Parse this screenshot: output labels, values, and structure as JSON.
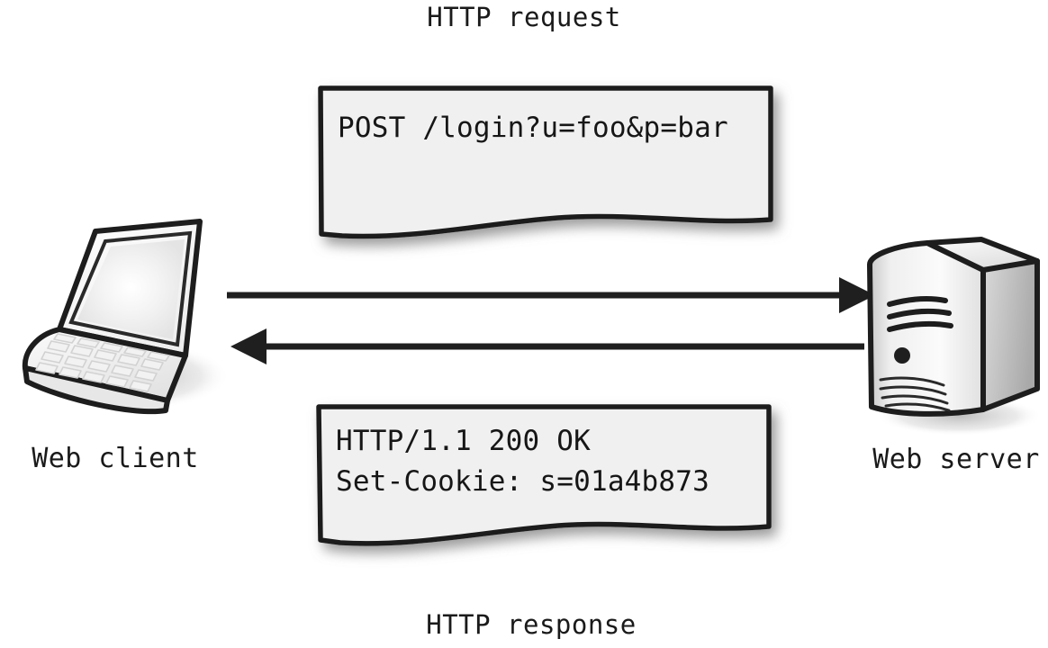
{
  "diagram": {
    "title_top": "HTTP request",
    "title_bottom": "HTTP response",
    "client_label": "Web client",
    "server_label": "Web server",
    "request_message": {
      "lines": [
        "POST /login?u=foo&p=bar"
      ]
    },
    "response_message": {
      "lines": [
        "HTTP/1.1 200 OK",
        "Set-Cookie: s=01a4b873"
      ]
    },
    "arrows": [
      {
        "name": "request-arrow",
        "direction": "right",
        "from": "Web client",
        "to": "Web server"
      },
      {
        "name": "response-arrow",
        "direction": "left",
        "from": "Web server",
        "to": "Web client"
      }
    ],
    "icons": {
      "client": "laptop-icon",
      "server": "server-tower-icon"
    },
    "colors": {
      "background": "#ffffff",
      "ink": "#1f1f1f",
      "sheet_fill": "#f0f0f0",
      "device_light": "#f5f5f5",
      "device_mid": "#dcdcdc",
      "device_dark": "#b8b8b8",
      "shadow": "#bfbfbf"
    }
  }
}
